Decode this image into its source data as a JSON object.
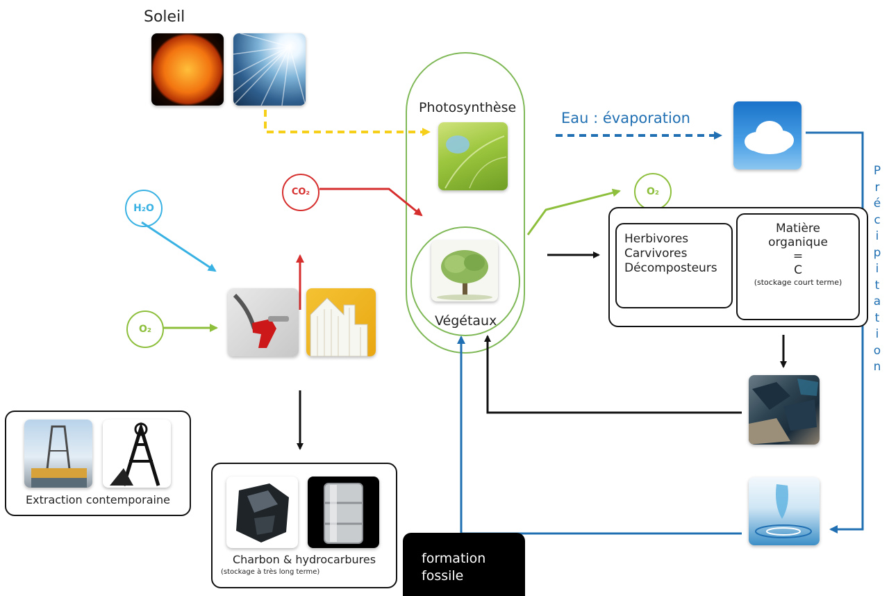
{
  "sun": {
    "label": "Soleil"
  },
  "photosynthesis": {
    "label": "Photosynthèse"
  },
  "plants": {
    "label": "Végétaux"
  },
  "water": {
    "evaporation_label": "Eau : évaporation",
    "precipitation_letters": [
      "P",
      "r",
      "é",
      "c",
      "i",
      "p",
      "i",
      "t",
      "a",
      "t",
      "i",
      "o",
      "n"
    ]
  },
  "molecules": {
    "h2o": "H₂O",
    "co2": "CO₂",
    "o2_left": "O₂",
    "o2_right": "O₂"
  },
  "consumers": {
    "lines": [
      "Herbivores",
      "Carvivores",
      "Décomposteurs"
    ]
  },
  "organic_matter": {
    "line1": "Matière",
    "line2": "organique",
    "line3": "=",
    "line4": "C",
    "note": "(stockage court terme)"
  },
  "extraction": {
    "label": "Extraction contemporaine"
  },
  "fossil_storage": {
    "label": "Charbon & hydrocarbures",
    "note": "(stockage à très long terme)"
  },
  "fossil_formation": {
    "line1": "formation",
    "line2": "fossile"
  },
  "colors": {
    "sun_arrow": "#f5cf1a",
    "water_blue": "#1f6fb2",
    "co2_red": "#d62d2d",
    "o2_green": "#8dbf3c",
    "h2o_blue": "#39b2e3",
    "plant_ring": "#7fb856",
    "black": "#111111"
  },
  "icons": [
    "sun-photo",
    "sunlight-photo",
    "leaf-photo",
    "cloud-photo",
    "tree-photo",
    "fuel-pump-photo",
    "house-photo",
    "oil-rig-photo",
    "mine-tower-photo",
    "coal-photo",
    "oil-barrel-photo",
    "sediment-photo",
    "water-splash-photo"
  ]
}
